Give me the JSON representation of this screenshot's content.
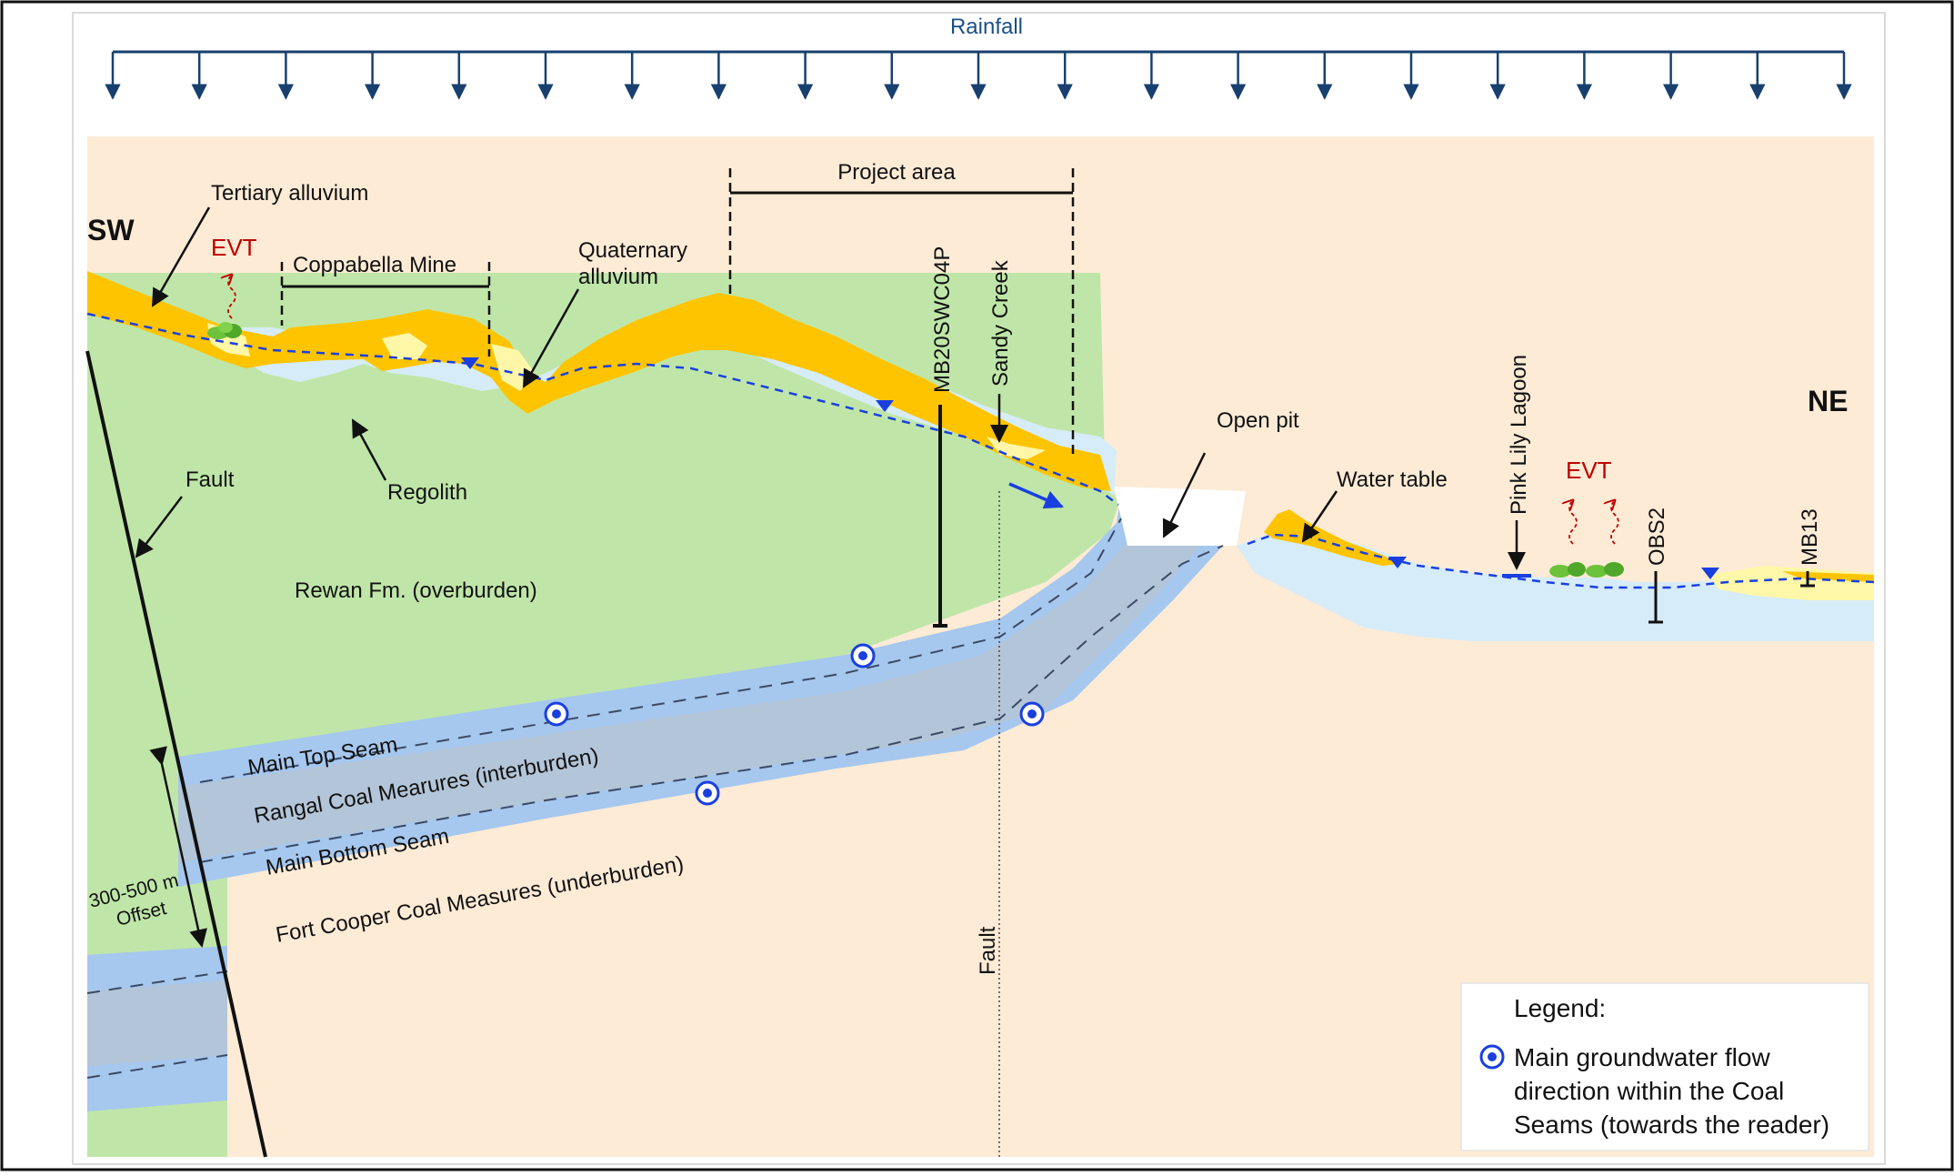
{
  "rainfall": "Rainfall",
  "orientation": {
    "sw": "SW",
    "ne": "NE"
  },
  "labels": {
    "tertiary_alluvium": "Tertiary alluvium",
    "evt": "EVT",
    "coppabella_mine": "Coppabella Mine",
    "quaternary_alluvium_1": "Quaternary",
    "quaternary_alluvium_2": "alluvium",
    "project_area": "Project area",
    "bore_mb20": "MB20SWC04P",
    "sandy_creek": "Sandy Creek",
    "open_pit": "Open pit",
    "water_table": "Water table",
    "pink_lily_lagoon": "Pink Lily Lagoon",
    "obs2": "OBS2",
    "mb13": "MB13",
    "fault": "Fault",
    "regolith": "Regolith",
    "rewan": "Rewan Fm. (overburden)",
    "main_top_seam": "Main Top Seam",
    "rangal": "Rangal Coal Mearures (interburden)",
    "main_bottom_seam": "Main Bottom Seam",
    "fort_cooper": "Fort Cooper Coal Measures (underburden)",
    "offset_1": "300-500 m",
    "offset_2": "Offset",
    "fault_vertical": "Fault"
  },
  "legend": {
    "title": "Legend:",
    "line1": "Main groundwater flow",
    "line2": "direction within the Coal",
    "line3": "Seams (towards the reader)"
  },
  "colors": {
    "alluvium_tertiary": "#ffc400",
    "alluvium_quaternary": "#fff7a8",
    "regolith": "#d6ecf8",
    "rewan": "#bfe6a8",
    "coal_seam": "#a6c7ee",
    "interburden": "#b3c5d8",
    "underburden": "#fdebd6",
    "water_table": "#1a3fe0",
    "rainfall": "#17406f",
    "evt": "#c00000"
  }
}
